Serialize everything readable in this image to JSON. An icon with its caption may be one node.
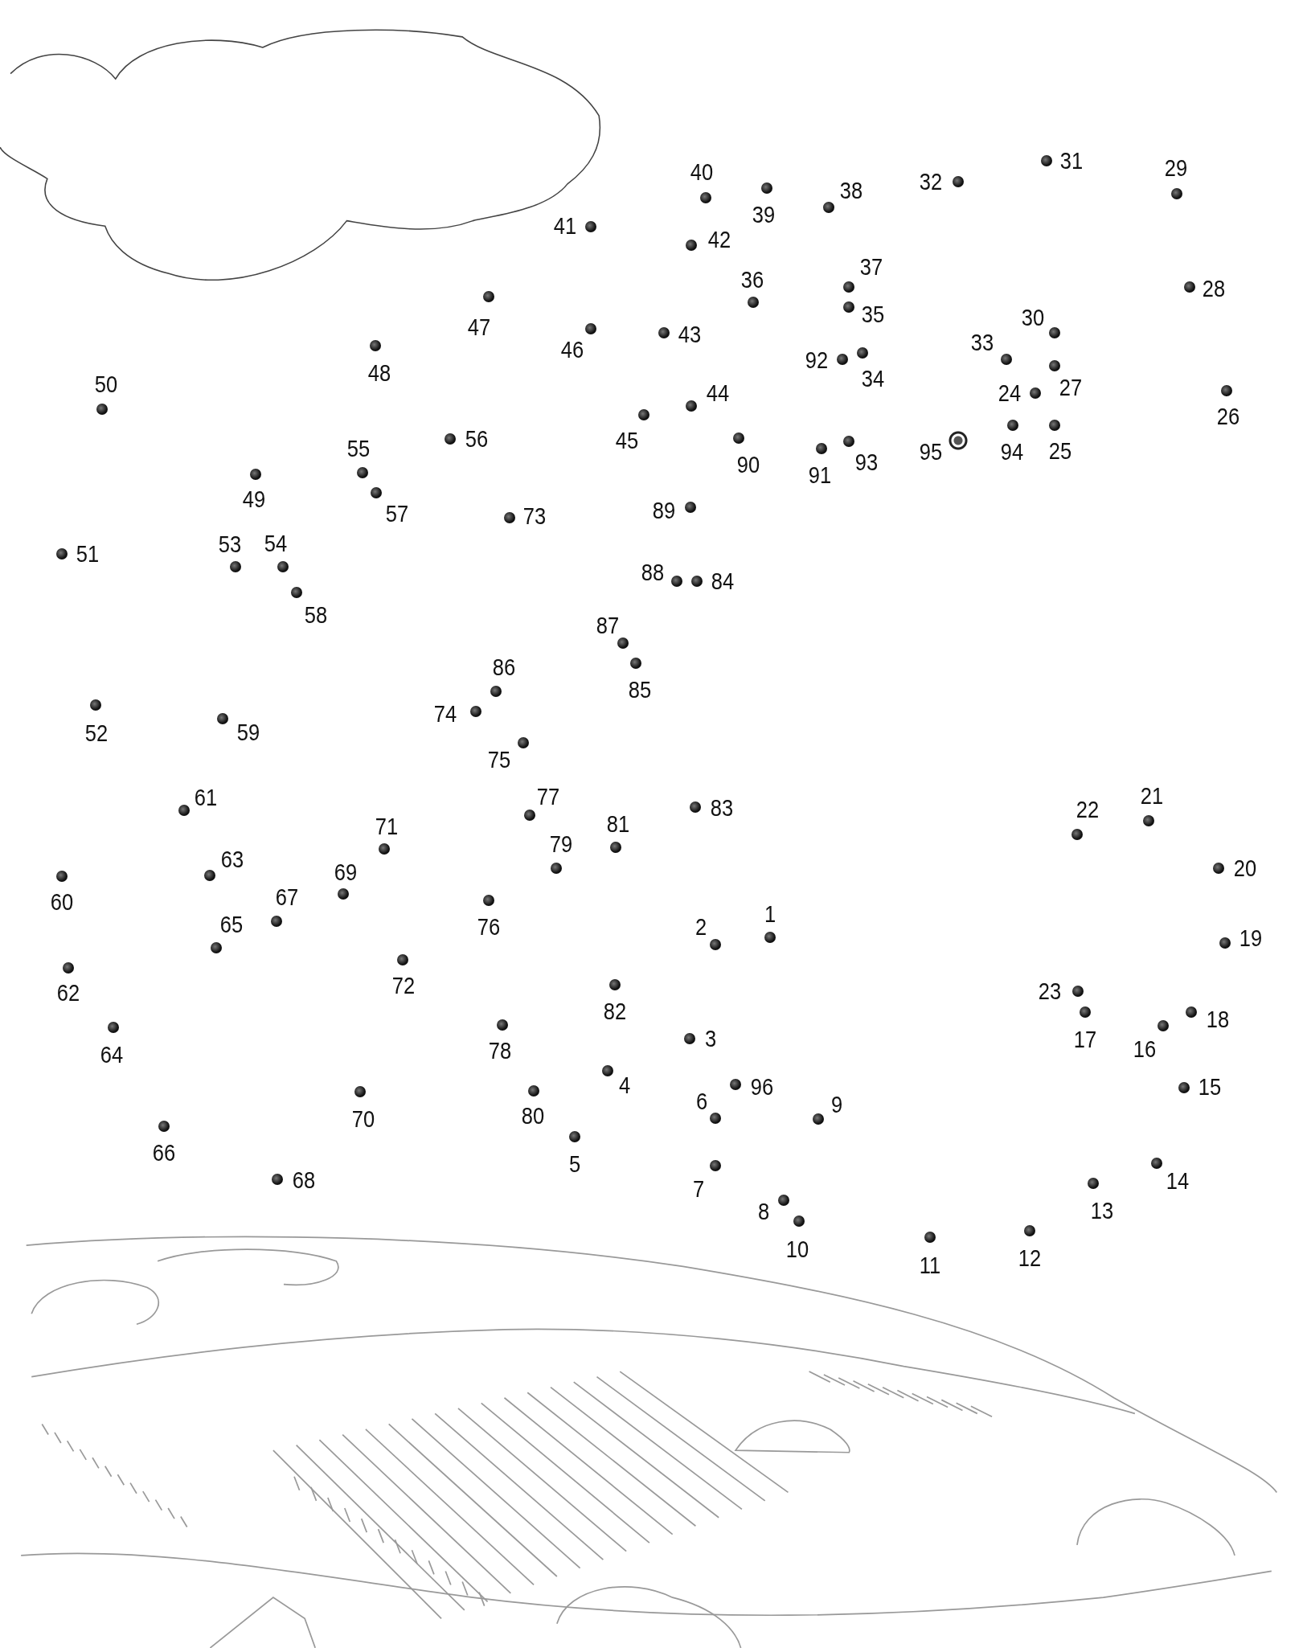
{
  "diagram": {
    "nodes": [
      {
        "text": [],
        "shape": "circle",
        "beside": [
          "1"
        ]
      },
      {
        "text": [],
        "shape": "circle",
        "beside": [
          "2"
        ]
      },
      {
        "text": [],
        "shape": "circle",
        "beside": [
          "3"
        ]
      },
      {
        "text": [],
        "shape": "circle",
        "beside": [
          "4"
        ]
      },
      {
        "text": [],
        "shape": "circle",
        "beside": [
          "5"
        ]
      },
      {
        "text": [],
        "shape": "circle",
        "beside": [
          "6"
        ]
      },
      {
        "text": [],
        "shape": "circle",
        "beside": [
          "7"
        ]
      },
      {
        "text": [],
        "shape": "circle",
        "beside": [
          "8"
        ]
      },
      {
        "text": [],
        "shape": "circle",
        "beside": [
          "9"
        ]
      },
      {
        "text": [],
        "shape": "circle",
        "beside": [
          "10"
        ]
      },
      {
        "text": [],
        "shape": "circle",
        "beside": [
          "11"
        ]
      },
      {
        "text": [],
        "shape": "circle",
        "beside": [
          "12"
        ]
      },
      {
        "text": [],
        "shape": "circle",
        "beside": [
          "13"
        ]
      },
      {
        "text": [],
        "shape": "circle",
        "beside": [
          "14"
        ]
      },
      {
        "text": [],
        "shape": "circle",
        "beside": [
          "15"
        ]
      },
      {
        "text": [],
        "shape": "circle",
        "beside": [
          "16"
        ]
      },
      {
        "text": [],
        "shape": "circle",
        "beside": [
          "17"
        ]
      },
      {
        "text": [],
        "shape": "circle",
        "beside": [
          "18"
        ]
      },
      {
        "text": [],
        "shape": "circle",
        "beside": [
          "19"
        ]
      },
      {
        "text": [],
        "shape": "circle",
        "beside": [
          "20"
        ]
      },
      {
        "text": [],
        "shape": "circle",
        "beside": [
          "21"
        ]
      },
      {
        "text": [],
        "shape": "circle",
        "beside": [
          "22"
        ]
      },
      {
        "text": [],
        "shape": "circle",
        "beside": [
          "23"
        ]
      },
      {
        "text": [],
        "shape": "circle",
        "beside": [
          "24"
        ]
      },
      {
        "text": [],
        "shape": "circle",
        "beside": [
          "25"
        ]
      },
      {
        "text": [],
        "shape": "circle",
        "beside": [
          "26"
        ]
      },
      {
        "text": [],
        "shape": "circle",
        "beside": [
          "27"
        ]
      },
      {
        "text": [],
        "shape": "circle",
        "beside": [
          "28"
        ]
      },
      {
        "text": [],
        "shape": "circle",
        "beside": [
          "29"
        ]
      },
      {
        "text": [],
        "shape": "circle",
        "beside": [
          "30"
        ]
      },
      {
        "text": [],
        "shape": "circle",
        "beside": [
          "31"
        ]
      },
      {
        "text": [],
        "shape": "circle",
        "beside": [
          "32"
        ]
      },
      {
        "text": [],
        "shape": "circle",
        "beside": [
          "33"
        ]
      },
      {
        "text": [],
        "shape": "circle",
        "beside": [
          "34"
        ]
      },
      {
        "text": [],
        "shape": "circle",
        "beside": [
          "35"
        ]
      },
      {
        "text": [],
        "shape": "circle",
        "beside": [
          "36"
        ]
      },
      {
        "text": [],
        "shape": "circle",
        "beside": [
          "37"
        ]
      },
      {
        "text": [],
        "shape": "circle",
        "beside": [
          "38"
        ]
      },
      {
        "text": [],
        "shape": "circle",
        "beside": [
          "39"
        ]
      },
      {
        "text": [],
        "shape": "circle",
        "beside": [
          "40"
        ]
      },
      {
        "text": [],
        "shape": "circle",
        "beside": [
          "41"
        ]
      },
      {
        "text": [],
        "shape": "circle",
        "beside": [
          "42"
        ]
      },
      {
        "text": [],
        "shape": "circle",
        "beside": [
          "43"
        ]
      },
      {
        "text": [],
        "shape": "circle",
        "beside": [
          "44"
        ]
      },
      {
        "text": [],
        "shape": "circle",
        "beside": [
          "45"
        ]
      },
      {
        "text": [],
        "shape": "circle",
        "beside": [
          "46"
        ]
      },
      {
        "text": [],
        "shape": "circle",
        "beside": [
          "47"
        ]
      },
      {
        "text": [],
        "shape": "circle",
        "beside": [
          "48"
        ]
      },
      {
        "text": [],
        "shape": "circle",
        "beside": [
          "49"
        ]
      },
      {
        "text": [],
        "shape": "circle",
        "beside": [
          "50"
        ]
      },
      {
        "text": [],
        "shape": "circle",
        "beside": [
          "51"
        ]
      },
      {
        "text": [],
        "shape": "circle",
        "beside": [
          "52"
        ]
      },
      {
        "text": [],
        "shape": "circle",
        "beside": [
          "53"
        ]
      },
      {
        "text": [],
        "shape": "circle",
        "beside": [
          "54"
        ]
      },
      {
        "text": [],
        "shape": "circle",
        "beside": [
          "55"
        ]
      },
      {
        "text": [],
        "shape": "circle",
        "beside": [
          "56"
        ]
      },
      {
        "text": [],
        "shape": "circle",
        "beside": [
          "57"
        ]
      },
      {
        "text": [],
        "shape": "circle",
        "beside": [
          "58"
        ]
      },
      {
        "text": [],
        "shape": "circle",
        "beside": [
          "59"
        ]
      },
      {
        "text": [],
        "shape": "circle",
        "beside": [
          "60"
        ]
      },
      {
        "text": [],
        "shape": "circle",
        "beside": [
          "61"
        ]
      },
      {
        "text": [],
        "shape": "circle",
        "beside": [
          "62"
        ]
      },
      {
        "text": [],
        "shape": "circle",
        "beside": [
          "63"
        ]
      },
      {
        "text": [],
        "shape": "circle",
        "beside": [
          "64"
        ]
      },
      {
        "text": [],
        "shape": "circle",
        "beside": [
          "65"
        ]
      },
      {
        "text": [],
        "shape": "circle",
        "beside": [
          "66"
        ]
      },
      {
        "text": [],
        "shape": "circle",
        "beside": [
          "67"
        ]
      },
      {
        "text": [],
        "shape": "circle",
        "beside": [
          "68"
        ]
      },
      {
        "text": [],
        "shape": "circle",
        "beside": [
          "69"
        ]
      },
      {
        "text": [],
        "shape": "circle",
        "beside": [
          "70"
        ]
      },
      {
        "text": [],
        "shape": "circle",
        "beside": [
          "71"
        ]
      },
      {
        "text": [],
        "shape": "circle",
        "beside": [
          "72"
        ]
      },
      {
        "text": [],
        "shape": "circle",
        "beside": [
          "73"
        ]
      },
      {
        "text": [],
        "shape": "circle",
        "beside": [
          "74"
        ]
      },
      {
        "text": [],
        "shape": "circle",
        "beside": [
          "75"
        ]
      },
      {
        "text": [],
        "shape": "circle",
        "beside": [
          "76"
        ]
      },
      {
        "text": [],
        "shape": "circle",
        "beside": [
          "77"
        ]
      },
      {
        "text": [],
        "shape": "circle",
        "beside": [
          "78"
        ]
      },
      {
        "text": [],
        "shape": "circle",
        "beside": [
          "79"
        ]
      },
      {
        "text": [],
        "shape": "circle",
        "beside": [
          "80"
        ]
      },
      {
        "text": [],
        "shape": "circle",
        "beside": [
          "81"
        ]
      },
      {
        "text": [],
        "shape": "circle",
        "beside": [
          "82"
        ]
      },
      {
        "text": [],
        "shape": "circle",
        "beside": [
          "83"
        ]
      },
      {
        "text": [],
        "shape": "circle",
        "beside": [
          "84"
        ]
      },
      {
        "text": [],
        "shape": "circle",
        "beside": [
          "85"
        ]
      },
      {
        "text": [],
        "shape": "circle",
        "beside": [
          "86"
        ]
      },
      {
        "text": [],
        "shape": "circle",
        "beside": [
          "87"
        ]
      },
      {
        "text": [],
        "shape": "circle",
        "beside": [
          "88"
        ]
      },
      {
        "text": [],
        "shape": "circle",
        "beside": [
          "89"
        ]
      },
      {
        "text": [],
        "shape": "circle",
        "beside": [
          "90"
        ]
      },
      {
        "text": [],
        "shape": "circle",
        "beside": [
          "91"
        ]
      },
      {
        "text": [],
        "shape": "circle",
        "beside": [
          "92"
        ]
      },
      {
        "text": [],
        "shape": "circle",
        "beside": [
          "93"
        ]
      },
      {
        "text": [],
        "shape": "circle",
        "beside": [
          "94"
        ]
      },
      {
        "text": [],
        "shape": "circle",
        "beside": [
          "95"
        ]
      },
      {
        "text": [],
        "shape": "circle",
        "beside": [
          "96"
        ]
      }
    ]
  }
}
